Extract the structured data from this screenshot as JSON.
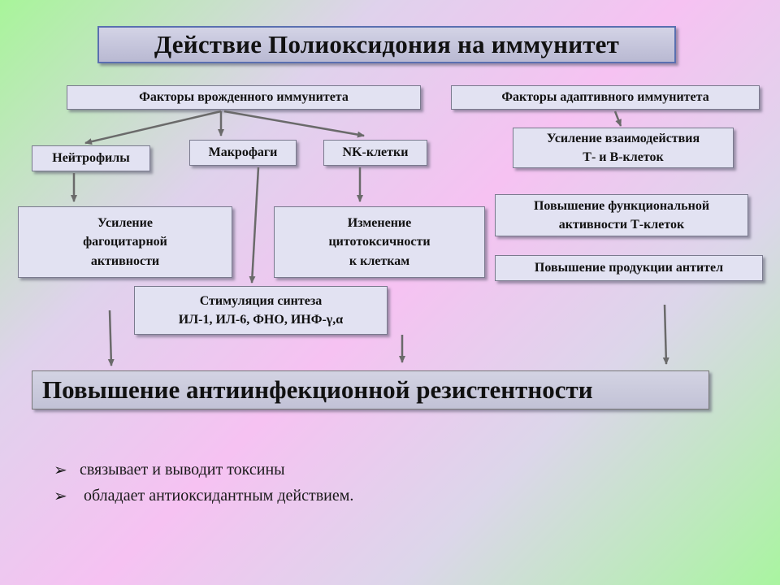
{
  "title": "Действие Полиоксидония на иммунитет",
  "innate": {
    "header": "Факторы врожденного иммунитета",
    "neutrophils": "Нейтрофилы",
    "macrophages": "Макрофаги",
    "nk": "NK-клетки",
    "phagocytic": "Усиление\nфагоцитарной\nактивности",
    "cytotoxic": "Изменение\nцитотоксичности\nк клеткам",
    "cytokines": "Стимуляция синтеза\nИЛ-1, ИЛ-6, ФНО, ИНФ-γ,α"
  },
  "adaptive": {
    "header": "Факторы адаптивного иммунитета",
    "tb": "Усиление взаимодействия\nТ- и В-клеток",
    "tcell": "Повышение функциональной\nактивности Т-клеток",
    "antibodies": "Повышение продукции антител"
  },
  "result": "Повышение антиинфекционной резистентности",
  "bullets": [
    "связывает и выводит токсины",
    " обладает антиоксидантным действием."
  ],
  "colors": {
    "box_fill": "#e2e2f2",
    "title_border": "#5a6fb0"
  }
}
